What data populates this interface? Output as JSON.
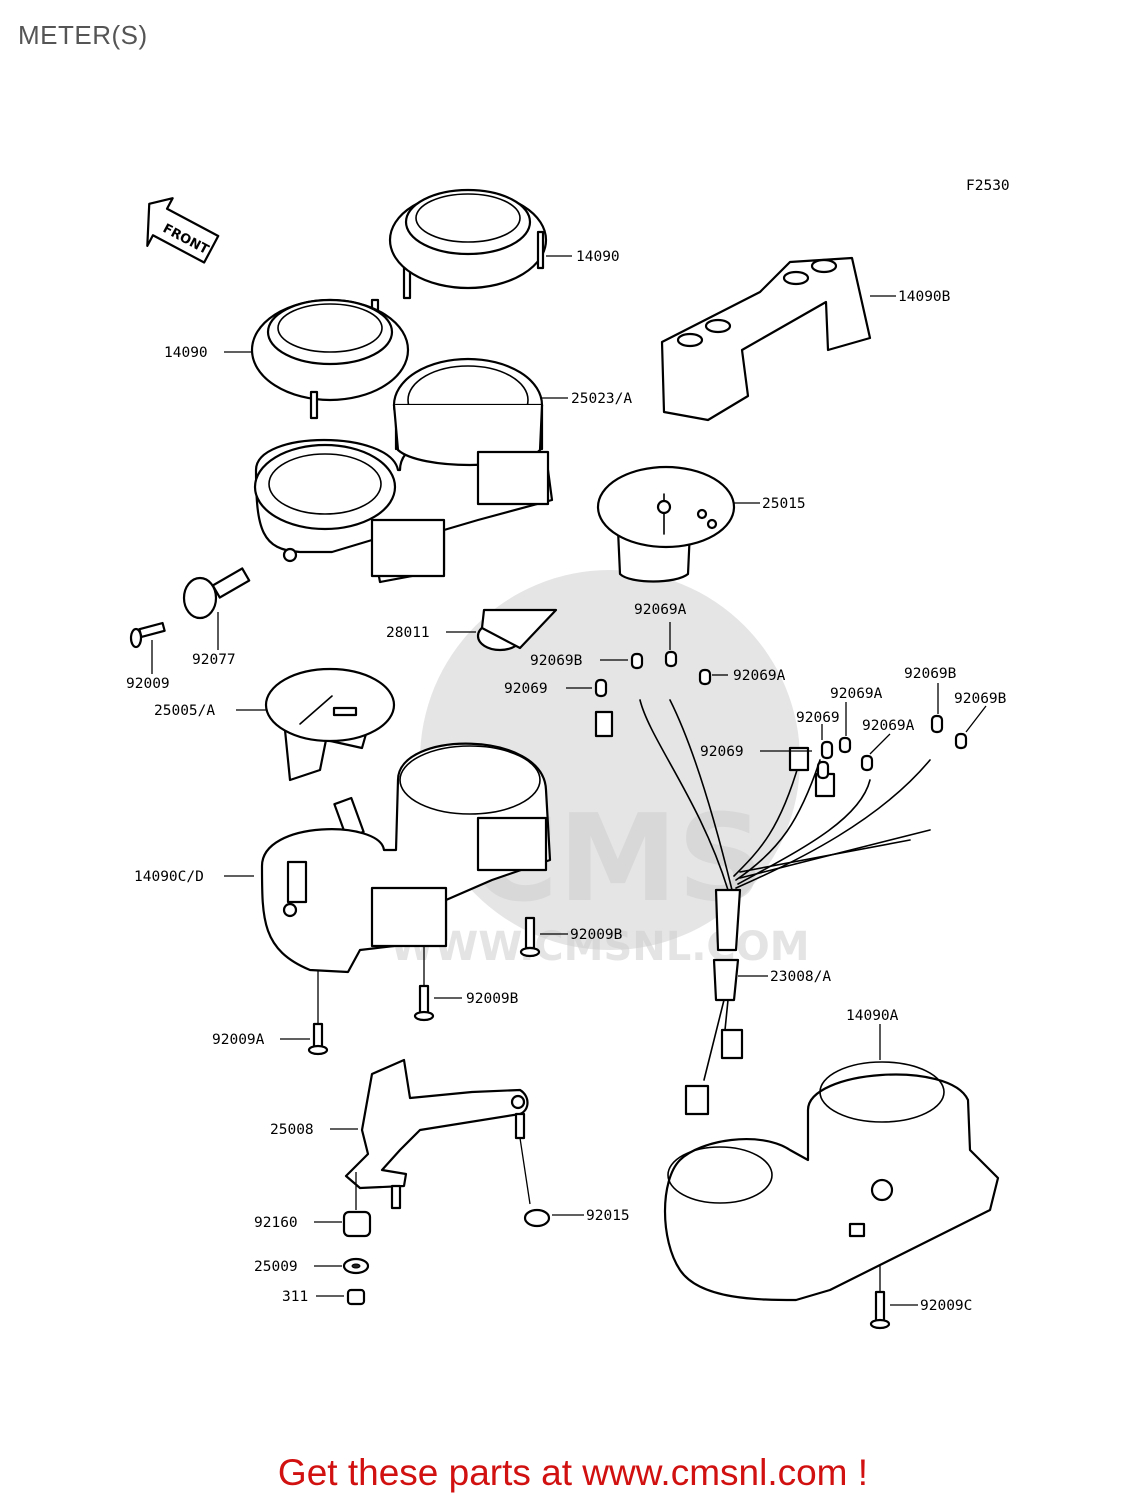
{
  "page_title": "METER(S)",
  "figure_code": "F2530",
  "front_arrow_label": "FRONT",
  "watermark": {
    "brand": "CMS",
    "url": "WWW.CMSNL.COM"
  },
  "labels": {
    "p14090_top": "14090",
    "p14090_left": "14090",
    "p14090B": "14090B",
    "p25023A": "25023/A",
    "p25015": "25015",
    "p28011": "28011",
    "p92069A_1": "92069A",
    "p92069B_1": "92069B",
    "p92069A_2": "92069A",
    "p92069_1": "92069",
    "p92069B_2": "92069B",
    "p92069A_3": "92069A",
    "p92069B_3": "92069B",
    "p92069_2": "92069",
    "p92069A_4": "92069A",
    "p92069_3": "92069",
    "p92077": "92077",
    "p92009": "92009",
    "p25005A": "25005/A",
    "p14090CD": "14090C/D",
    "p92009B_1": "92009B",
    "p92009B_2": "92009B",
    "p23008A": "23008/A",
    "p92009A": "92009A",
    "p14090A": "14090A",
    "p25008": "25008",
    "p92160": "92160",
    "p92015": "92015",
    "p25009": "25009",
    "p311": "311",
    "p92009C": "92009C"
  },
  "promo_text": "Get these parts at www.cmsnl.com !"
}
